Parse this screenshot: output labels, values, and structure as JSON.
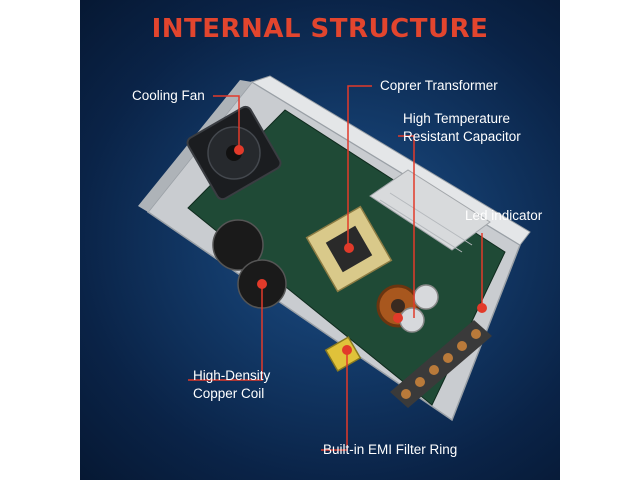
{
  "title": "INTERNAL STRUCTURE",
  "labels": {
    "cooling_fan": "Cooling Fan",
    "copper_transformer": "Coprer Transformer",
    "capacitor_line1": "High Temperature",
    "capacitor_line2": "Resistant Capacitor",
    "led_indicator": "Led indicator",
    "copper_coil_line1": "High-Density",
    "copper_coil_line2": "Copper Coil",
    "emi_filter": "Built-in EMI Filter Ring"
  },
  "colors": {
    "title": "#e2452e",
    "callout": "#e23a2a",
    "background": "#0e2c55",
    "pcb": "#1f4a36",
    "case": "#c9ccd0"
  }
}
